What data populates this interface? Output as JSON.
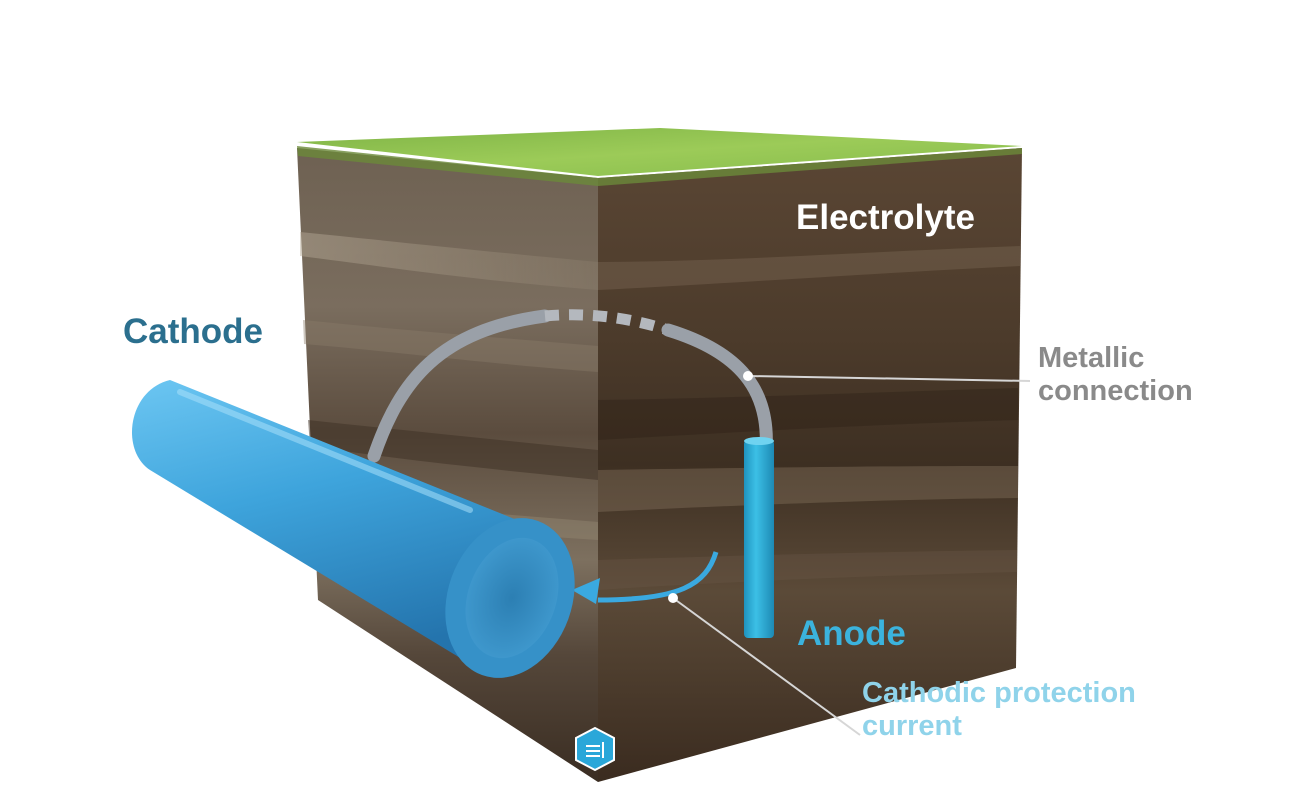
{
  "labels": {
    "cathode": "Cathode",
    "electrolyte": "Electrolyte",
    "metallic_line1": "Metallic",
    "metallic_line2": "connection",
    "anode": "Anode",
    "current_line1": "Cathodic protection",
    "current_line2": "current"
  },
  "colors": {
    "cathode_label": "#2b6f8e",
    "electrolyte_label": "#ffffff",
    "metallic_label": "#8a8a8a",
    "anode_label": "#3bb3dd",
    "current_label": "#8fd3ea",
    "pipe": "#41a7dc",
    "anode_rod": "#2fb0d8",
    "wire": "#9aa0a8",
    "arrow": "#3aa9e0",
    "grass": "#8cbf4a",
    "soil_front": "#5e5143",
    "soil_right": "#4a3a2b"
  },
  "icons": {
    "badge": "logo-hexagon-icon"
  }
}
